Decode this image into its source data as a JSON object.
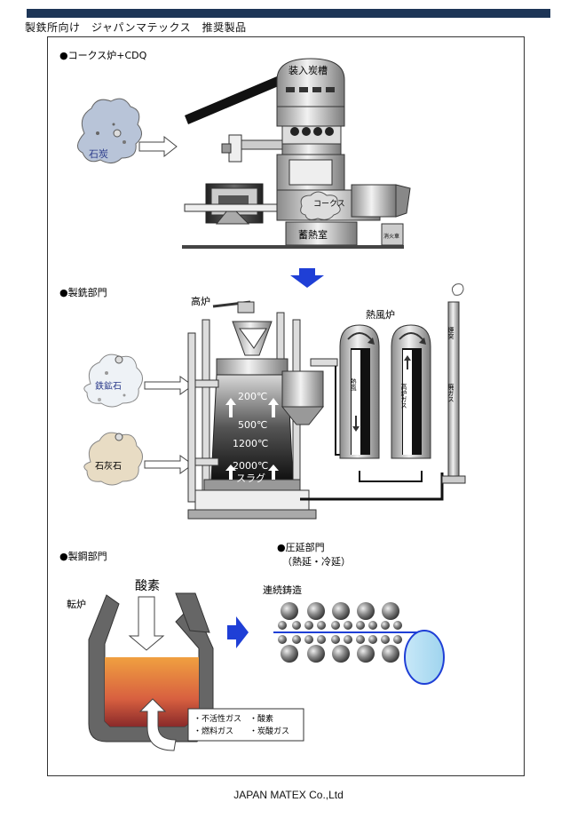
{
  "header": {
    "title": "製鉄所向け　ジャパンマテックス　推奨製品"
  },
  "sections": {
    "coke": "●コークス炉+CDQ",
    "ironmaking": "●製銑部門",
    "steelmaking": "●製鋼部門",
    "rolling_line1": "●圧延部門",
    "rolling_line2": "（熱延・冷延）"
  },
  "labels": {
    "coal": "石炭",
    "coal_tank": "装入炭槽",
    "coke": "コークス",
    "heat_chamber": "蓄熱室",
    "cdq": "消火車",
    "blast_furnace": "高炉",
    "hot_stove": "熱風炉",
    "hot_air": "熱風",
    "bf_gas": "高炉ガス",
    "chimney": "煙突",
    "exhaust_gas": "廃ガス",
    "iron_ore": "鉄鉱石",
    "limestone": "石灰石",
    "temp_200": "200℃",
    "temp_500": "500℃",
    "temp_1200": "1200℃",
    "temp_2000": "2000℃",
    "slag": "スラグ",
    "oxygen": "酸素",
    "converter": "転炉",
    "continuous_casting": "連続鋳造",
    "gas_line1": "・不活性ガス　・酸素",
    "gas_line2": "・燃料ガス　　・炭酸ガス"
  },
  "colors": {
    "accent_bar": "#1d3557",
    "arrow_blue": "#1f3fd6",
    "strip_blue": "#1f3fd6",
    "molten": "#e8734a"
  },
  "footer": {
    "company": "JAPAN MATEX Co.,Ltd"
  }
}
